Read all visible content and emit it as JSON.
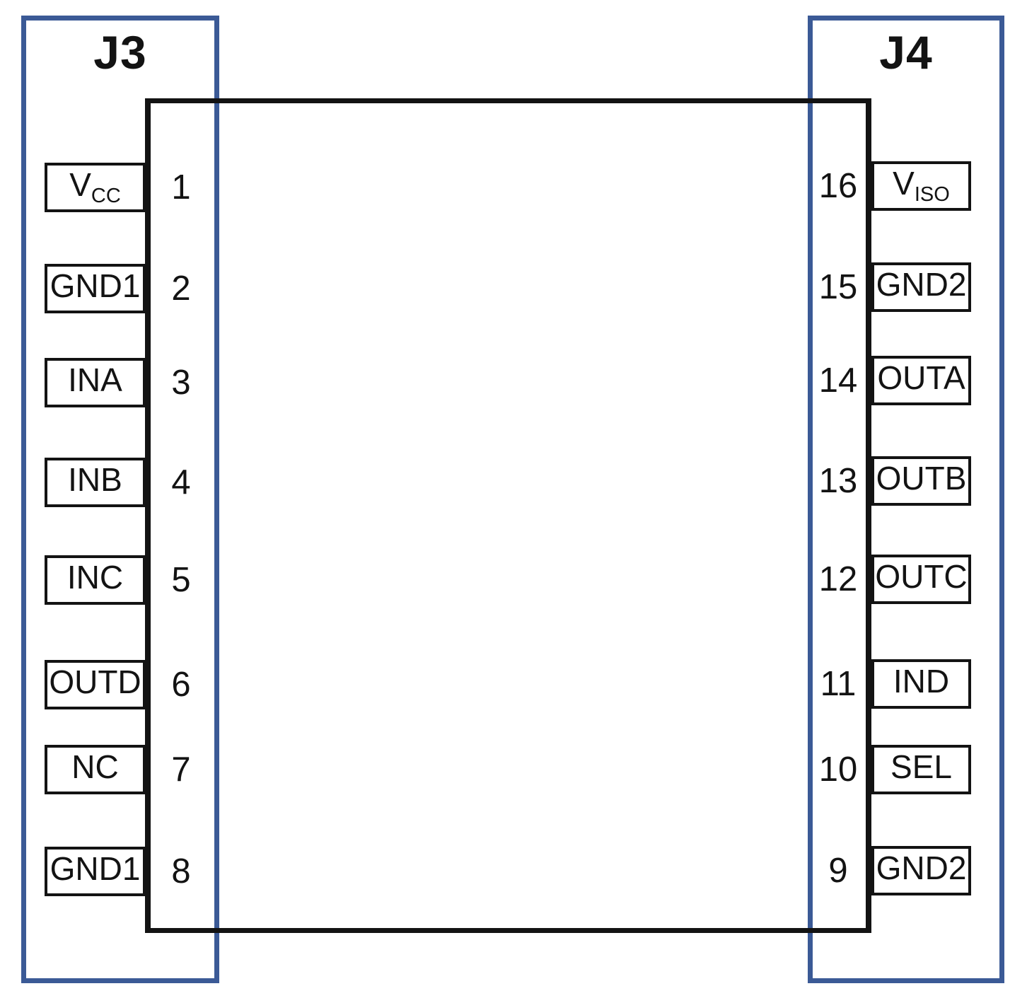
{
  "colors": {
    "connector_outline": "#3b5a96",
    "line": "#131313",
    "background": "#ffffff"
  },
  "connectors": {
    "left": {
      "label": "J3"
    },
    "right": {
      "label": "J4"
    }
  },
  "pins": {
    "left": [
      {
        "number": "1",
        "name": "V",
        "sub": "CC"
      },
      {
        "number": "2",
        "name": "GND1",
        "sub": ""
      },
      {
        "number": "3",
        "name": "INA",
        "sub": ""
      },
      {
        "number": "4",
        "name": "INB",
        "sub": ""
      },
      {
        "number": "5",
        "name": "INC",
        "sub": ""
      },
      {
        "number": "6",
        "name": "OUTD",
        "sub": ""
      },
      {
        "number": "7",
        "name": "NC",
        "sub": ""
      },
      {
        "number": "8",
        "name": "GND1",
        "sub": ""
      }
    ],
    "right": [
      {
        "number": "16",
        "name": "V",
        "sub": "ISO"
      },
      {
        "number": "15",
        "name": "GND2",
        "sub": ""
      },
      {
        "number": "14",
        "name": "OUTA",
        "sub": ""
      },
      {
        "number": "13",
        "name": "OUTB",
        "sub": ""
      },
      {
        "number": "12",
        "name": "OUTC",
        "sub": ""
      },
      {
        "number": "11",
        "name": "IND",
        "sub": ""
      },
      {
        "number": "10",
        "name": "SEL",
        "sub": ""
      },
      {
        "number": "9",
        "name": "GND2",
        "sub": ""
      }
    ]
  }
}
